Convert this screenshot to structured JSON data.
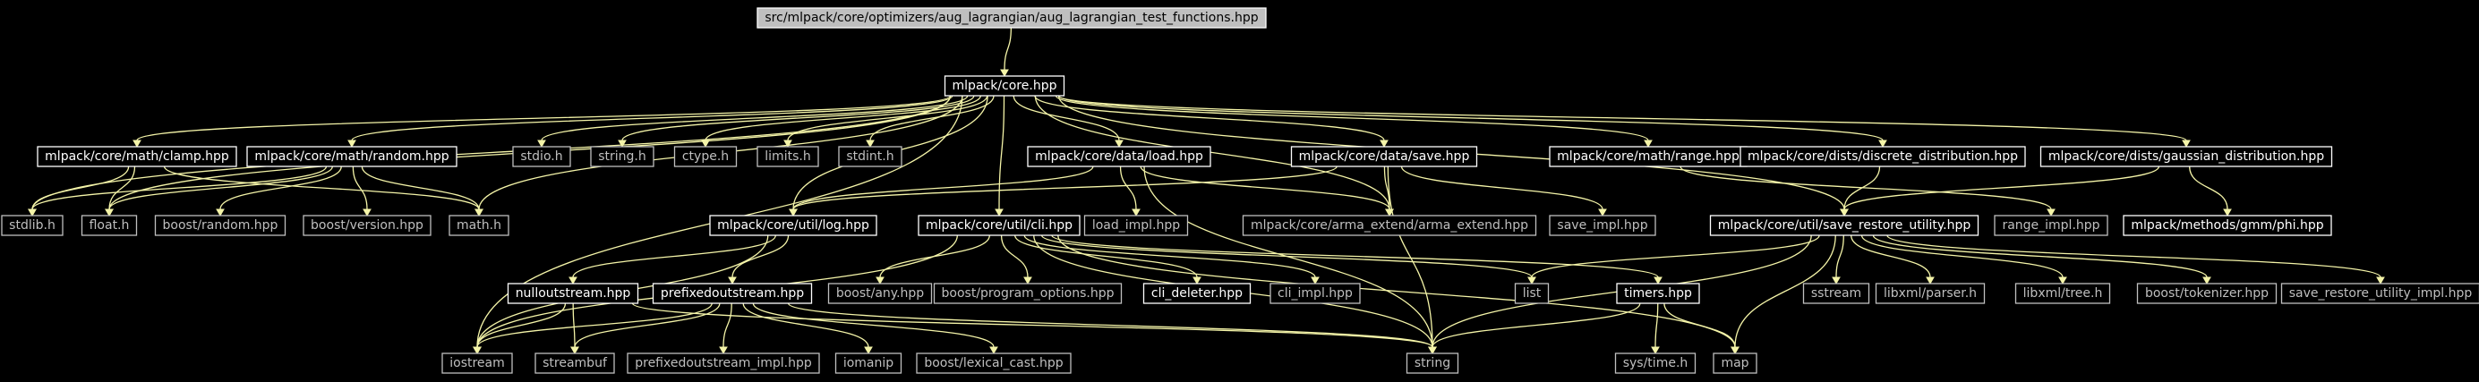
{
  "graph": {
    "kind": "include-dependency-graph",
    "colors": {
      "background": "#000000",
      "edge": "#f4f4a8",
      "linked_border": "#ffffff",
      "external_border": "#bfbfbf",
      "root_fill": "#bfbfbf"
    },
    "nodes": [
      {
        "id": "root",
        "label": "src/mlpack/core/optimizers/aug_lagrangian/aug_lagrangian_test_functions.hpp",
        "kind": "root"
      },
      {
        "id": "core",
        "label": "mlpack/core.hpp",
        "kind": "linked"
      },
      {
        "id": "clamp",
        "label": "mlpack/core/math/clamp.hpp",
        "kind": "linked"
      },
      {
        "id": "random",
        "label": "mlpack/core/math/random.hpp",
        "kind": "linked"
      },
      {
        "id": "stdio",
        "label": "stdio.h",
        "kind": "ext"
      },
      {
        "id": "string_h",
        "label": "string.h",
        "kind": "ext"
      },
      {
        "id": "ctype",
        "label": "ctype.h",
        "kind": "ext"
      },
      {
        "id": "limits",
        "label": "limits.h",
        "kind": "ext"
      },
      {
        "id": "stdint",
        "label": "stdint.h",
        "kind": "ext"
      },
      {
        "id": "load",
        "label": "mlpack/core/data/load.hpp",
        "kind": "linked"
      },
      {
        "id": "save",
        "label": "mlpack/core/data/save.hpp",
        "kind": "linked"
      },
      {
        "id": "range",
        "label": "mlpack/core/math/range.hpp",
        "kind": "linked"
      },
      {
        "id": "discrete",
        "label": "mlpack/core/dists/discrete_distribution.hpp",
        "kind": "linked"
      },
      {
        "id": "gaussian",
        "label": "mlpack/core/dists/gaussian_distribution.hpp",
        "kind": "linked"
      },
      {
        "id": "stdlib",
        "label": "stdlib.h",
        "kind": "ext"
      },
      {
        "id": "float",
        "label": "float.h",
        "kind": "ext"
      },
      {
        "id": "boost_random",
        "label": "boost/random.hpp",
        "kind": "ext"
      },
      {
        "id": "boost_version",
        "label": "boost/version.hpp",
        "kind": "ext"
      },
      {
        "id": "math",
        "label": "math.h",
        "kind": "ext"
      },
      {
        "id": "log",
        "label": "mlpack/core/util/log.hpp",
        "kind": "linked"
      },
      {
        "id": "cli",
        "label": "mlpack/core/util/cli.hpp",
        "kind": "linked"
      },
      {
        "id": "load_impl",
        "label": "load_impl.hpp",
        "kind": "ext"
      },
      {
        "id": "arma_extend",
        "label": "mlpack/core/arma_extend/arma_extend.hpp",
        "kind": "ext"
      },
      {
        "id": "save_impl",
        "label": "save_impl.hpp",
        "kind": "ext"
      },
      {
        "id": "sru",
        "label": "mlpack/core/util/save_restore_utility.hpp",
        "kind": "linked"
      },
      {
        "id": "range_impl",
        "label": "range_impl.hpp",
        "kind": "ext"
      },
      {
        "id": "phi",
        "label": "mlpack/methods/gmm/phi.hpp",
        "kind": "linked"
      },
      {
        "id": "nullout",
        "label": "nulloutstream.hpp",
        "kind": "linked"
      },
      {
        "id": "prefixed",
        "label": "prefixedoutstream.hpp",
        "kind": "linked"
      },
      {
        "id": "boost_any",
        "label": "boost/any.hpp",
        "kind": "ext"
      },
      {
        "id": "boost_po",
        "label": "boost/program_options.hpp",
        "kind": "ext"
      },
      {
        "id": "cli_deleter",
        "label": "cli_deleter.hpp",
        "kind": "linked"
      },
      {
        "id": "cli_impl",
        "label": "cli_impl.hpp",
        "kind": "ext"
      },
      {
        "id": "list",
        "label": "list",
        "kind": "ext"
      },
      {
        "id": "timers",
        "label": "timers.hpp",
        "kind": "linked"
      },
      {
        "id": "sstream",
        "label": "sstream",
        "kind": "ext"
      },
      {
        "id": "libxml_parser",
        "label": "libxml/parser.h",
        "kind": "ext"
      },
      {
        "id": "libxml_tree",
        "label": "libxml/tree.h",
        "kind": "ext"
      },
      {
        "id": "boost_tokenizer",
        "label": "boost/tokenizer.hpp",
        "kind": "ext"
      },
      {
        "id": "sru_impl",
        "label": "save_restore_utility_impl.hpp",
        "kind": "ext"
      },
      {
        "id": "iostream",
        "label": "iostream",
        "kind": "ext"
      },
      {
        "id": "streambuf",
        "label": "streambuf",
        "kind": "ext"
      },
      {
        "id": "prefixed_impl",
        "label": "prefixedoutstream_impl.hpp",
        "kind": "ext"
      },
      {
        "id": "iomanip",
        "label": "iomanip",
        "kind": "ext"
      },
      {
        "id": "lexical_cast",
        "label": "boost/lexical_cast.hpp",
        "kind": "ext"
      },
      {
        "id": "string",
        "label": "string",
        "kind": "ext"
      },
      {
        "id": "systime",
        "label": "sys/time.h",
        "kind": "ext"
      },
      {
        "id": "map",
        "label": "map",
        "kind": "ext"
      }
    ],
    "edges": [
      [
        "root",
        "core"
      ],
      [
        "core",
        "clamp"
      ],
      [
        "core",
        "random"
      ],
      [
        "core",
        "stdio"
      ],
      [
        "core",
        "string_h"
      ],
      [
        "core",
        "ctype"
      ],
      [
        "core",
        "limits"
      ],
      [
        "core",
        "stdint"
      ],
      [
        "core",
        "load"
      ],
      [
        "core",
        "save"
      ],
      [
        "core",
        "range"
      ],
      [
        "core",
        "discrete"
      ],
      [
        "core",
        "gaussian"
      ],
      [
        "core",
        "stdlib"
      ],
      [
        "core",
        "float"
      ],
      [
        "core",
        "math"
      ],
      [
        "core",
        "log"
      ],
      [
        "core",
        "cli"
      ],
      [
        "core",
        "arma_extend"
      ],
      [
        "core",
        "sru"
      ],
      [
        "core",
        "iostream"
      ],
      [
        "clamp",
        "stdlib"
      ],
      [
        "clamp",
        "float"
      ],
      [
        "clamp",
        "math"
      ],
      [
        "random",
        "stdlib"
      ],
      [
        "random",
        "float"
      ],
      [
        "random",
        "boost_random"
      ],
      [
        "random",
        "boost_version"
      ],
      [
        "random",
        "math"
      ],
      [
        "load",
        "log"
      ],
      [
        "load",
        "load_impl"
      ],
      [
        "load",
        "arma_extend"
      ],
      [
        "load",
        "string"
      ],
      [
        "save",
        "log"
      ],
      [
        "save",
        "arma_extend"
      ],
      [
        "save",
        "save_impl"
      ],
      [
        "save",
        "string"
      ],
      [
        "range",
        "range_impl"
      ],
      [
        "discrete",
        "sru"
      ],
      [
        "gaussian",
        "phi"
      ],
      [
        "gaussian",
        "sru"
      ],
      [
        "log",
        "iostream"
      ],
      [
        "log",
        "nullout"
      ],
      [
        "log",
        "prefixed"
      ],
      [
        "cli",
        "boost_any"
      ],
      [
        "cli",
        "boost_po"
      ],
      [
        "cli",
        "cli_deleter"
      ],
      [
        "cli",
        "cli_impl"
      ],
      [
        "cli",
        "list"
      ],
      [
        "cli",
        "timers"
      ],
      [
        "cli",
        "iostream"
      ],
      [
        "cli",
        "string"
      ],
      [
        "cli",
        "map"
      ],
      [
        "sru",
        "list"
      ],
      [
        "sru",
        "sstream"
      ],
      [
        "sru",
        "libxml_parser"
      ],
      [
        "sru",
        "libxml_tree"
      ],
      [
        "sru",
        "boost_tokenizer"
      ],
      [
        "sru",
        "sru_impl"
      ],
      [
        "sru",
        "string"
      ],
      [
        "sru",
        "map"
      ],
      [
        "nullout",
        "iostream"
      ],
      [
        "nullout",
        "streambuf"
      ],
      [
        "nullout",
        "string"
      ],
      [
        "prefixed",
        "iostream"
      ],
      [
        "prefixed",
        "streambuf"
      ],
      [
        "prefixed",
        "prefixed_impl"
      ],
      [
        "prefixed",
        "iomanip"
      ],
      [
        "prefixed",
        "lexical_cast"
      ],
      [
        "prefixed",
        "string"
      ],
      [
        "timers",
        "string"
      ],
      [
        "timers",
        "systime"
      ],
      [
        "timers",
        "map"
      ]
    ]
  }
}
